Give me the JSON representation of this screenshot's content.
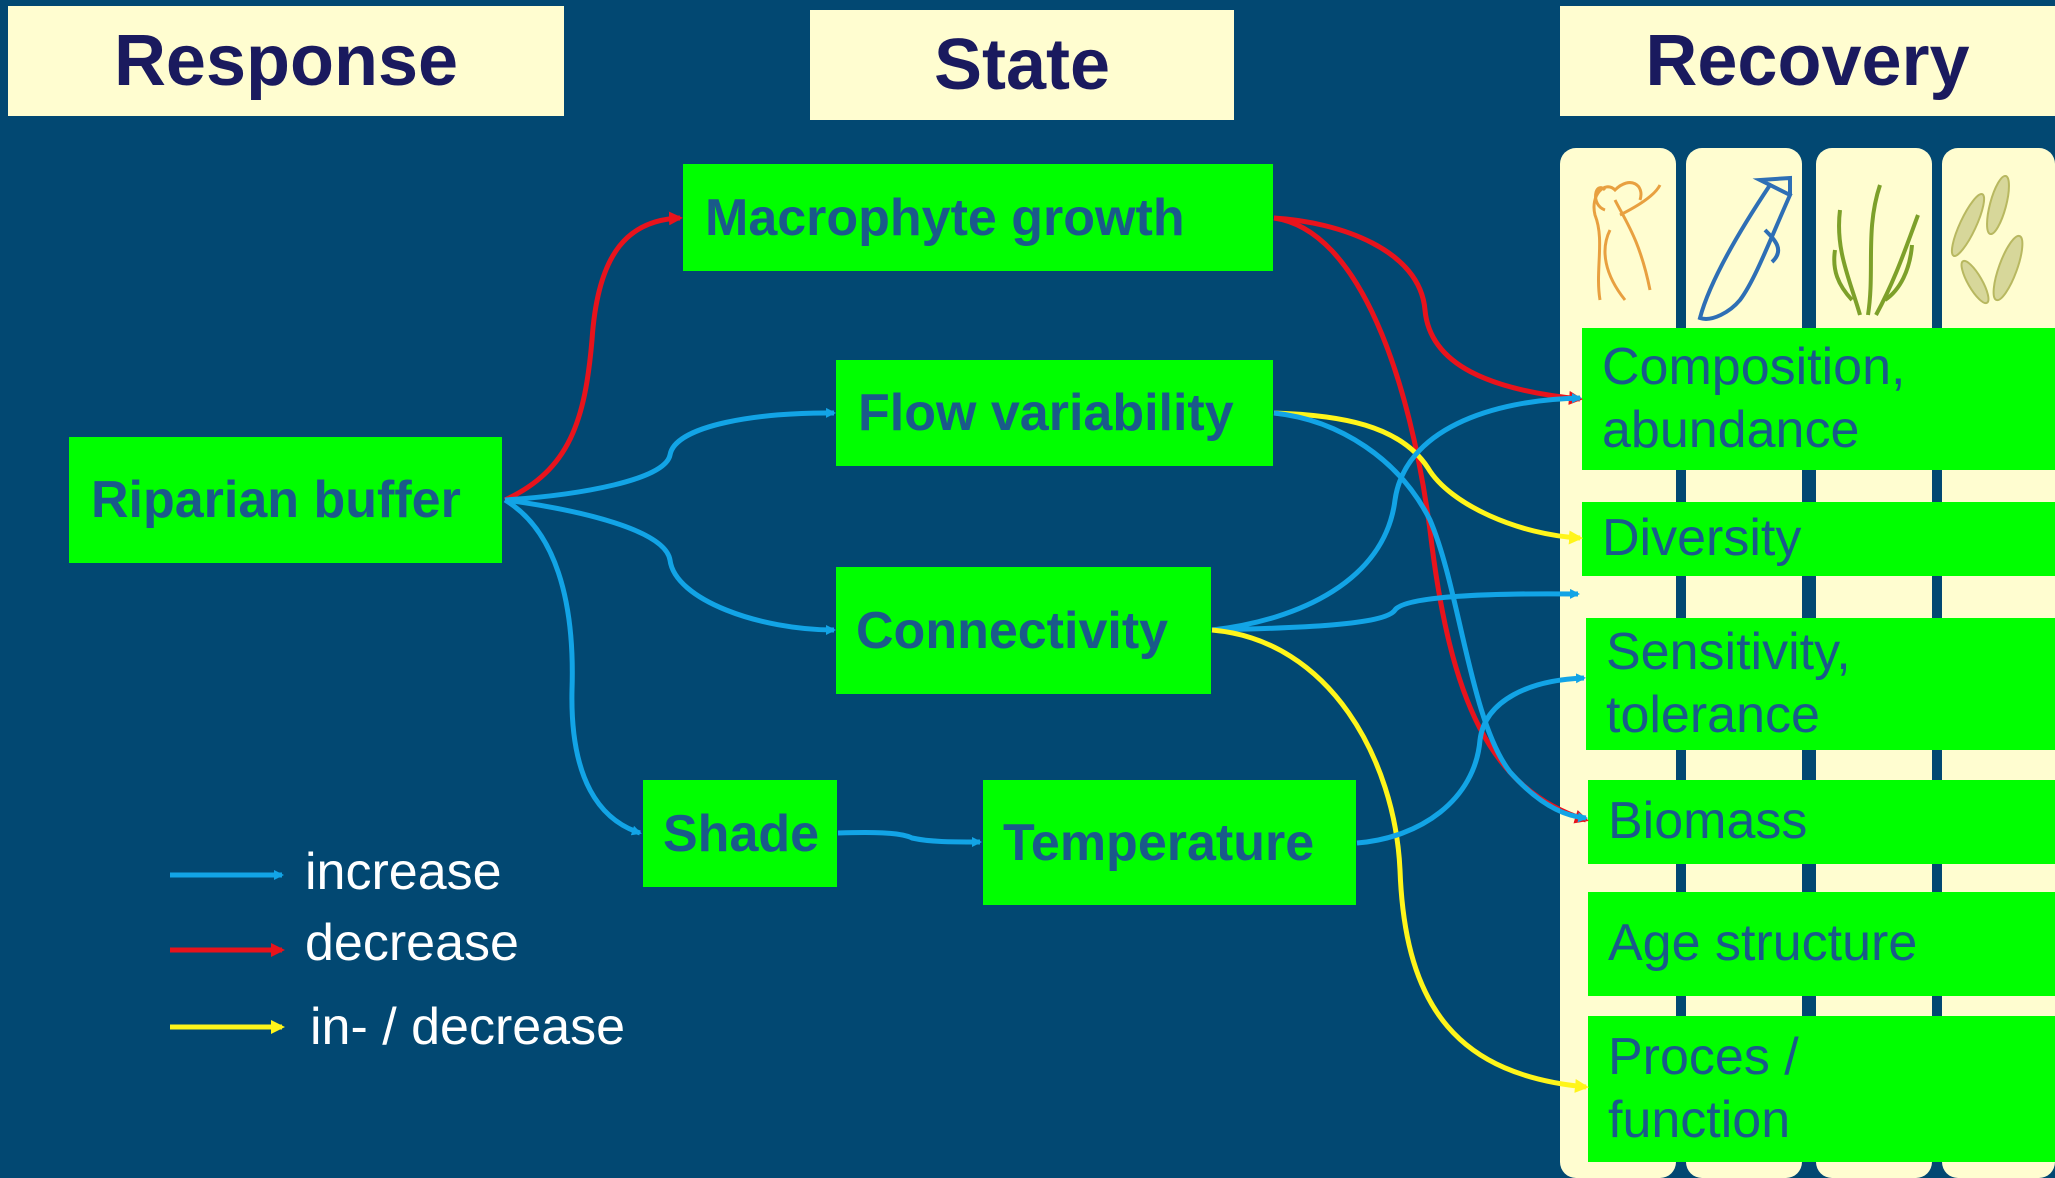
{
  "headers": {
    "response": "Response",
    "state": "State",
    "recovery": "Recovery"
  },
  "nodes": {
    "riparian_buffer": "Riparian buffer",
    "macrophyte_growth": "Macrophyte growth",
    "flow_variability": "Flow variability",
    "connectivity": "Connectivity",
    "shade": "Shade",
    "temperature": "Temperature"
  },
  "recovery_items": [
    {
      "line1": "Composition,",
      "line2": "abundance"
    },
    {
      "line1": "Diversity",
      "line2": ""
    },
    {
      "line1": "Sensitivity,",
      "line2": "tolerance"
    },
    {
      "line1": "Biomass",
      "line2": ""
    },
    {
      "line1": "Age structure",
      "line2": ""
    },
    {
      "line1": "Proces /",
      "line2": "function"
    }
  ],
  "organism_icons": [
    "macroinvertebrate-icon",
    "fish-icon",
    "macrophyte-icon",
    "phytobenthos-icon"
  ],
  "legend": {
    "increase": "increase",
    "decrease": "decrease",
    "both": "in- / decrease"
  },
  "colors": {
    "background": "#024872",
    "header": "#FFFDD0",
    "box": "#00FF00",
    "increase": "#12A4E6",
    "decrease": "#E8131C",
    "both": "#FFF51A"
  }
}
